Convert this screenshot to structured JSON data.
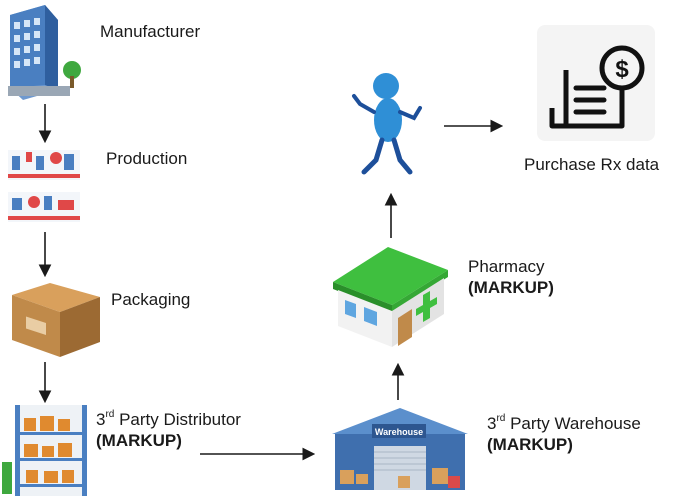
{
  "nodes": {
    "manufacturer": {
      "title": "Manufacturer"
    },
    "production": {
      "title": "Production"
    },
    "packaging": {
      "title": "Packaging"
    },
    "distributor": {
      "title_pre": "3",
      "title_sup": "rd",
      "title_post": " Party Distributor",
      "tag": "(MARKUP)"
    },
    "warehouse": {
      "title_pre": "3",
      "title_sup": "rd",
      "title_post": " Party Warehouse",
      "tag": "(MARKUP)",
      "sign": "Warehouse"
    },
    "pharmacy": {
      "title": "Pharmacy",
      "tag": "(MARKUP)"
    },
    "purchase": {
      "title": "Purchase Rx data",
      "icon_symbol": "$"
    }
  },
  "colors": {
    "arrow": "#1a1a1a",
    "pharmacy_roof": "#3fbf3f",
    "person": "#2f8fd6",
    "box": "#b07a3c",
    "building": "#4a7fc1"
  }
}
